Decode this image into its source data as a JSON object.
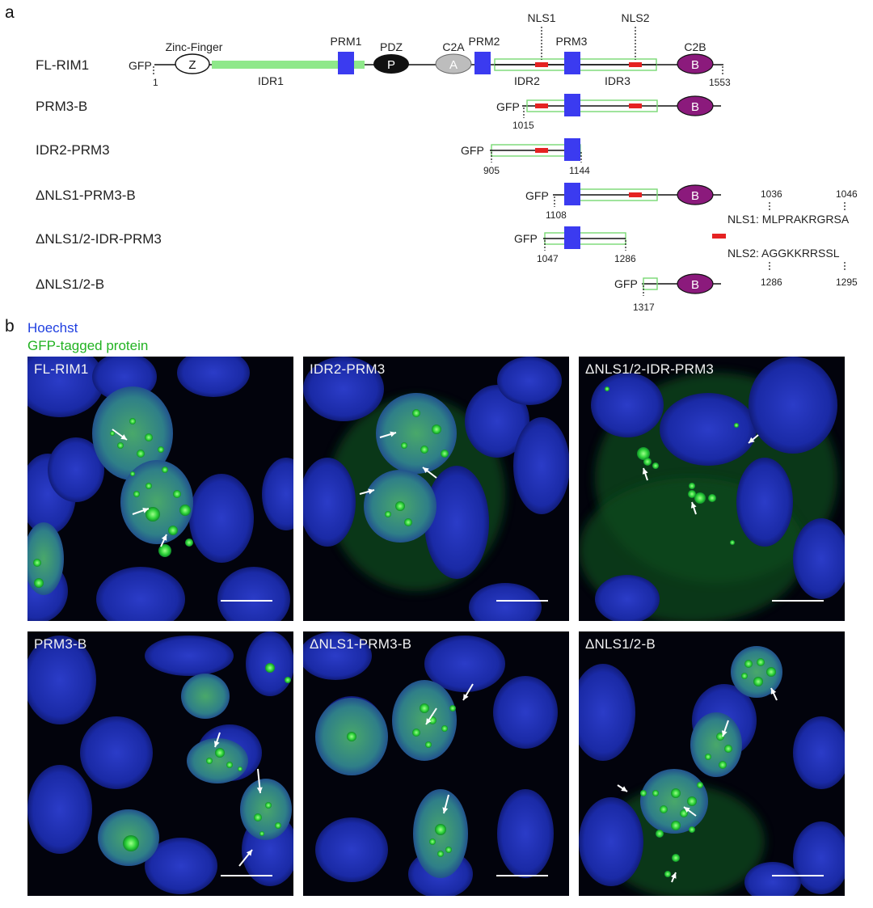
{
  "panels": {
    "a": "a",
    "b": "b"
  },
  "legend": {
    "hoechst": "Hoechst",
    "gfp": "GFP-tagged protein",
    "hoechst_color": "#1f3fe0",
    "gfp_color": "#22b222"
  },
  "domains": {
    "zinc_finger": "Zinc-Finger",
    "z": "Z",
    "prm1": "PRM1",
    "pdz": "PDZ",
    "p": "P",
    "c2a": "C2A",
    "a": "A",
    "prm2": "PRM2",
    "nls1": "NLS1",
    "prm3": "PRM3",
    "nls2": "NLS2",
    "c2b": "C2B",
    "b": "B",
    "idr1": "IDR1",
    "idr2": "IDR2",
    "idr3": "IDR3"
  },
  "gfp_tag": "GFP",
  "constructs": [
    {
      "name": "FL-RIM1",
      "start": "1",
      "end": "1553"
    },
    {
      "name": "PRM3-B",
      "start": "1015"
    },
    {
      "name": "IDR2-PRM3",
      "start": "905",
      "end": "1144"
    },
    {
      "name": "ΔNLS1-PRM3-B",
      "start": "1108"
    },
    {
      "name": "ΔNLS1/2-IDR-PRM3",
      "start": "1047",
      "end": "1286"
    },
    {
      "name": "ΔNLS1/2-B",
      "start": "1317"
    }
  ],
  "nls_detail": {
    "nls1": {
      "text": "NLS1: MLPRAKRGRSA",
      "start": "1036",
      "end": "1046"
    },
    "nls2": {
      "text": "NLS2: AGGKKRRSSL",
      "start": "1286",
      "end": "1295"
    }
  },
  "micrographs": [
    {
      "label": "FL-RIM1"
    },
    {
      "label": "IDR2-PRM3"
    },
    {
      "label": "ΔNLS1/2-IDR-PRM3"
    },
    {
      "label": "PRM3-B"
    },
    {
      "label": "ΔNLS1-PRM3-B"
    },
    {
      "label": "ΔNLS1/2-B"
    }
  ],
  "colors": {
    "prm_blue": "#3b3bf0",
    "idr_green": "#8ee88a",
    "nls_red": "#e52222",
    "c2b_purple": "#8b1a7c",
    "c2a_grey": "#bdbdbd",
    "pdz_black": "#111111"
  }
}
